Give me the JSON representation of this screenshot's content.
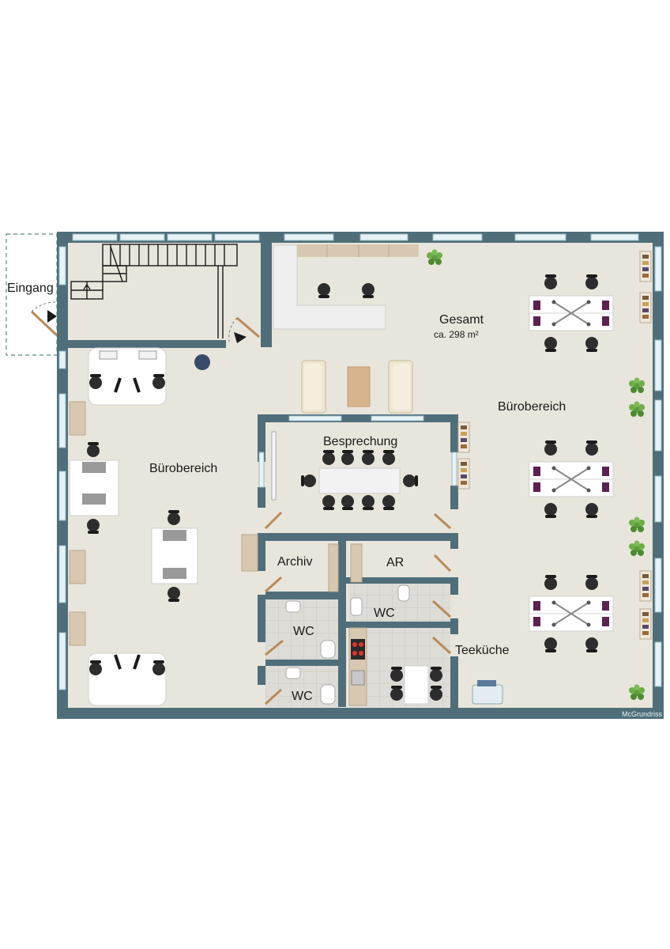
{
  "rooms": {
    "eingang": "Eingang",
    "gesamt_title": "Gesamt",
    "gesamt_area": "ca. 298 m²",
    "buero_right": "Bürobereich",
    "buero_left": "Bürobereich",
    "besprechung": "Besprechung",
    "archiv": "Archiv",
    "ar": "AR",
    "wc_upper": "WC",
    "wc_mid": "WC",
    "wc_lower": "WC",
    "teekueche": "Teeküche"
  },
  "credit": "McGrundriss",
  "colors": {
    "wall": "#4f6e7a",
    "floor": "#e8e5dc",
    "tile": "#dcdcd6",
    "window": "#e6f3f6",
    "furniture_wood": "#d8c8b2",
    "chair": "#2d2d2d",
    "accent_purple": "#5b2150",
    "door": "#b98a5a"
  }
}
